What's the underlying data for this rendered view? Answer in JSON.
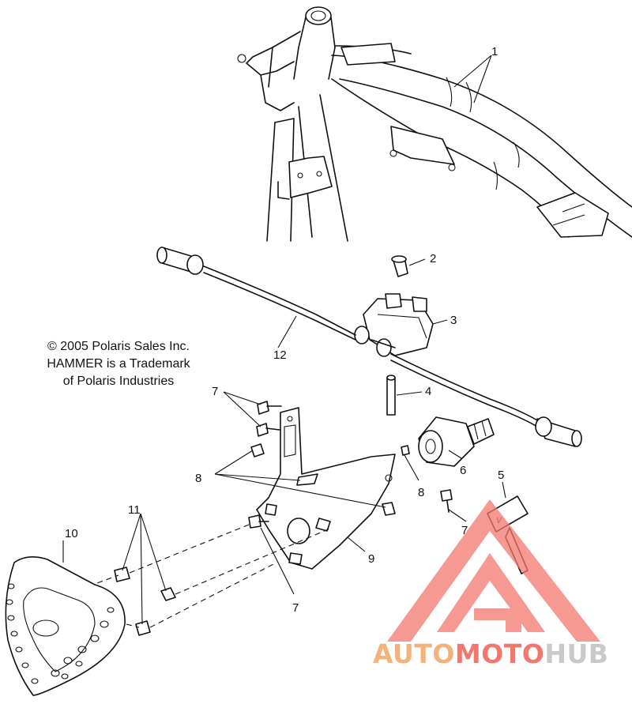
{
  "copyright": {
    "line1": "© 2005 Polaris Sales Inc.",
    "line2": "HAMMER is a Trademark",
    "line3": "of Polaris Industries"
  },
  "callouts": {
    "c1": "1",
    "c2": "2",
    "c3": "3",
    "c4": "4",
    "c5": "5",
    "c6": "6",
    "c7a": "7",
    "c7b": "7",
    "c7c": "7",
    "c8a": "8",
    "c8b": "8",
    "c9": "9",
    "c10": "10",
    "c11": "11",
    "c12": "12"
  },
  "watermark": {
    "part1": "AUTO",
    "part2": "MOTO",
    "part3": "HUB",
    "color_auto": "#f2b37a",
    "color_moto": "#f2786e",
    "color_hub": "#c9c9c9",
    "icon": "triangle-logo"
  }
}
